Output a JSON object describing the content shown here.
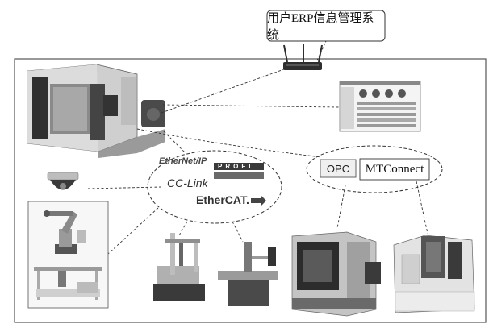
{
  "diagram": {
    "erp_system_label": "用户ERP信息管理系统",
    "protocols": {
      "ethernet_ip": "EtherNet/IP",
      "profi": "PROFI",
      "cc_link": "CC-Link",
      "ethercat": "EtherCAT."
    },
    "opc_label": "OPC",
    "mtconnect_label": "MTConnect",
    "colors": {
      "line": "#333333",
      "frame": "#555555",
      "machine_gray": "#b8b8b8",
      "dark": "#3a3a3a"
    },
    "icons": [
      "router-icon",
      "monitoring-screen-icon",
      "dome-camera-icon",
      "industrial-robot-icon",
      "gantry-loader-icon",
      "cmm-machine-icon",
      "height-gauge-icon",
      "machining-center-icon",
      "vertical-mill-icon",
      "horizontal-machining-center-icon"
    ]
  }
}
